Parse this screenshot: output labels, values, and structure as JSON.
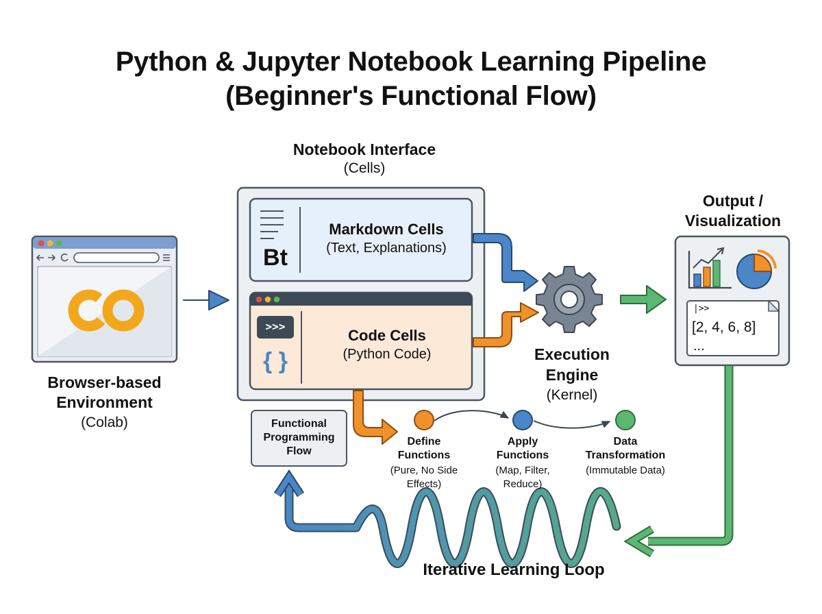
{
  "title": {
    "line1": "Python & Jupyter Notebook Learning Pipeline",
    "line2": "(Beginner's Functional Flow)"
  },
  "browser": {
    "name": "Browser-based",
    "name2": "Environment",
    "sub": "(Colab)",
    "logo_text": "CO",
    "icons": [
      "window-dots-icon",
      "back-arrow-icon",
      "forward-arrow-icon",
      "refresh-icon",
      "menu-icon",
      "colab-logo-icon"
    ]
  },
  "notebook": {
    "title": "Notebook Interface",
    "sub": "(Cells)",
    "markdown": {
      "title": "Markdown Cells",
      "sub": "(Text, Explanations)",
      "glyph": "Bt"
    },
    "code": {
      "title": "Code Cells",
      "sub": "(Python Code)",
      "prompt": ">>>",
      "braces": "{ }"
    }
  },
  "engine": {
    "title": "Execution",
    "title2": "Engine",
    "sub": "(Kernel)",
    "icon": "gear-icon"
  },
  "output": {
    "title": "Output /",
    "title2": "Visualization",
    "prompt": "|>>",
    "result": "[2, 4, 6, 8]",
    "ellipsis": "...",
    "icons": [
      "bar-chart-icon",
      "pie-chart-icon"
    ]
  },
  "functional": {
    "box_line1": "Functional",
    "box_line2": "Programming",
    "box_line3": "Flow",
    "steps": [
      {
        "title": "Define",
        "title2": "Functions",
        "sub": "(Pure, No Side",
        "sub2": "Effects)",
        "color": "#f0922b"
      },
      {
        "title": "Apply",
        "title2": "Functions",
        "sub": "(Map, Filter,",
        "sub2": "Reduce)",
        "color": "#4a86c8"
      },
      {
        "title": "Data",
        "title2": "Transformation",
        "sub": "(Immutable Data)",
        "sub2": "",
        "color": "#3f9e5e"
      }
    ]
  },
  "loop": {
    "label": "Iterative Learning Loop"
  },
  "colors": {
    "blue": "#4a86c8",
    "orange": "#f0922b",
    "green": "#5cb870",
    "markdown_bg": "#e6f0fa",
    "code_bg": "#fde9d8",
    "panel_bg": "#edf0f3",
    "outline": "#4c5560"
  }
}
